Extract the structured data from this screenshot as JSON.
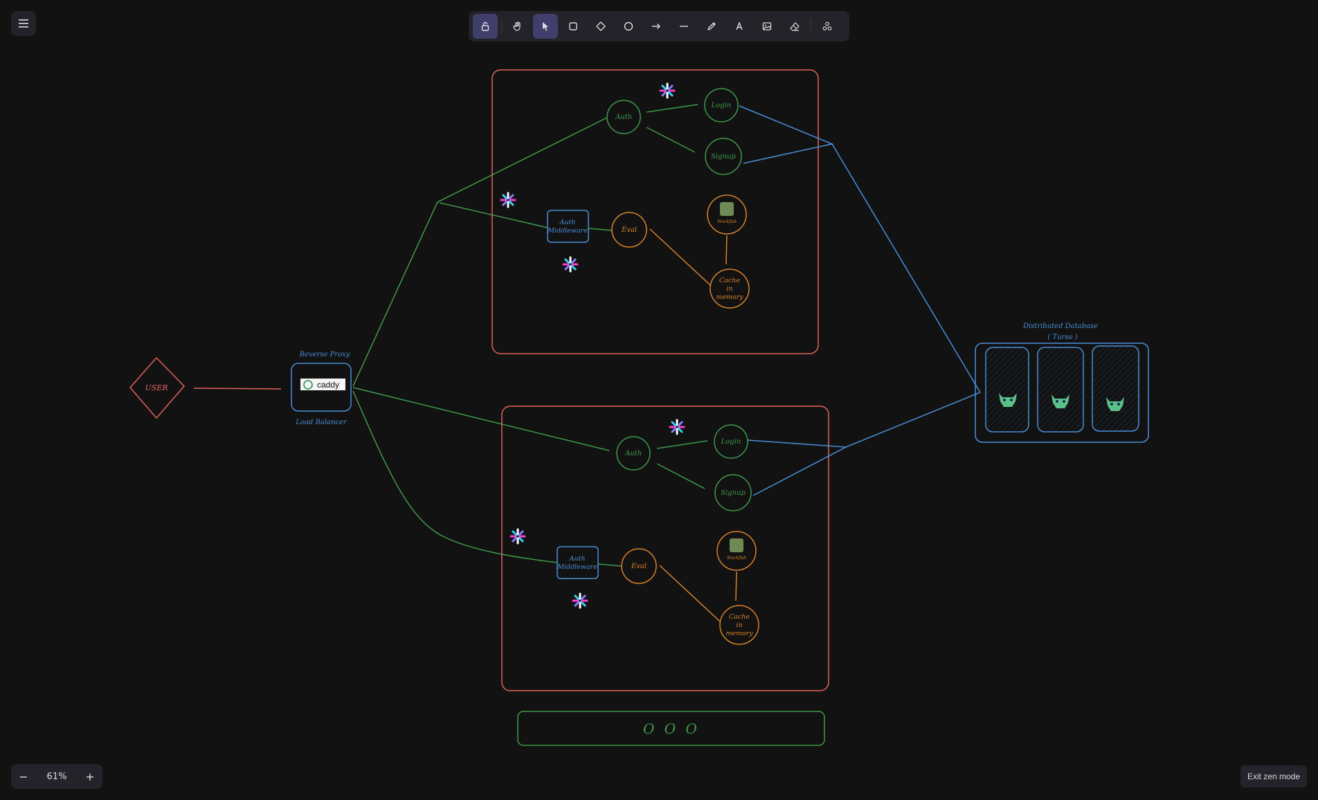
{
  "toolbar": {
    "tools": [
      "lock",
      "hand",
      "selection",
      "rectangle",
      "diamond",
      "ellipse",
      "arrow",
      "line",
      "draw",
      "text",
      "image",
      "eraser",
      "extra-tools"
    ],
    "active": "selection"
  },
  "zoom": {
    "level": "61%",
    "minus": "−",
    "plus": "+"
  },
  "exit_zen_label": "Exit zen mode",
  "colors": {
    "background": "#121212",
    "red": "#e5625e",
    "green": "#3f9b4b",
    "blue": "#4a8fd8",
    "orange": "#d9822b",
    "db_green": "#5cc08a"
  },
  "diagram": {
    "user_label": "USER",
    "proxy_label": "Reverse Proxy",
    "lb_label": "Load Balancer",
    "caddy_label": "caddy",
    "db_title": "Distributed Database",
    "db_subtitle": "( Turso )",
    "clusters": [
      {
        "auth": "Auth",
        "login": "Login",
        "signup": "Signup",
        "auth_mw_1": "Auth",
        "auth_mw_2": "Middleware",
        "eval": "Eval",
        "stockfish": "Stockfish",
        "cache_1": "Cache",
        "cache_2": "in",
        "cache_3": "memory"
      },
      {
        "auth": "Auth",
        "login": "Login",
        "signup": "Signup",
        "auth_mw_1": "Auth",
        "auth_mw_2": "Middleware",
        "eval": "Eval",
        "stockfish": "Stockfish",
        "cache_1": "Cache",
        "cache_2": "in",
        "cache_3": "memory"
      }
    ],
    "bottom_box_text": "O O O"
  }
}
